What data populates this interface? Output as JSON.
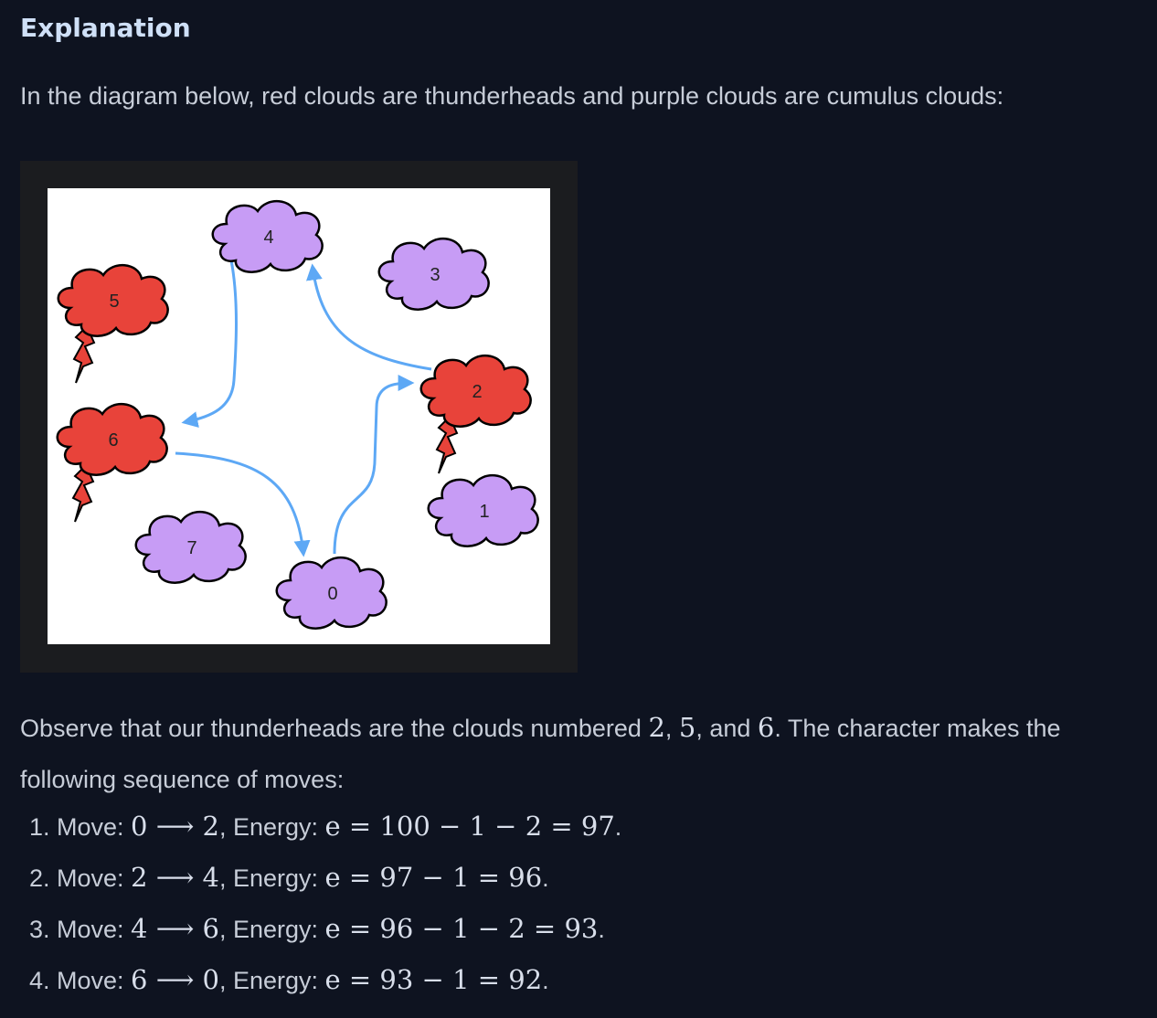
{
  "heading": "Explanation",
  "intro": "In the diagram below, red clouds are thunderheads and purple clouds are cumulus clouds:",
  "diagram": {
    "colors": {
      "thunderhead": "#e8433a",
      "cumulus": "#c79cf5",
      "arrow": "#5da8f5",
      "bolt": "#e8433a"
    },
    "clouds": [
      {
        "label": "0",
        "kind": "cumulus"
      },
      {
        "label": "1",
        "kind": "cumulus"
      },
      {
        "label": "2",
        "kind": "thunderhead"
      },
      {
        "label": "3",
        "kind": "cumulus"
      },
      {
        "label": "4",
        "kind": "cumulus"
      },
      {
        "label": "5",
        "kind": "thunderhead"
      },
      {
        "label": "6",
        "kind": "thunderhead"
      },
      {
        "label": "7",
        "kind": "cumulus"
      }
    ],
    "edges": [
      {
        "from": "0",
        "to": "2"
      },
      {
        "from": "2",
        "to": "4"
      },
      {
        "from": "4",
        "to": "6"
      },
      {
        "from": "6",
        "to": "0"
      }
    ]
  },
  "observe": {
    "t1": "Observe that our thunderheads are the clouds numbered ",
    "n1": "2",
    "t2": ", ",
    "n2": "5",
    "t3": ", and ",
    "n3": "6",
    "t4": ". The character makes the following sequence of moves:"
  },
  "moves": [
    {
      "num": "1. Move: ",
      "move": "0 ⟶ 2",
      "energy_label": ", Energy: ",
      "eq": "e = 100 − 1 − 2 = 97",
      "end": "."
    },
    {
      "num": "2. Move: ",
      "move": "2 ⟶ 4",
      "energy_label": ", Energy: ",
      "eq": "e = 97 − 1 = 96",
      "end": "."
    },
    {
      "num": "3. Move: ",
      "move": "4 ⟶ 6",
      "energy_label": ", Energy: ",
      "eq": "e = 96 − 1 − 2 = 93",
      "end": "."
    },
    {
      "num": "4. Move: ",
      "move": "6 ⟶ 0",
      "energy_label": ", Energy: ",
      "eq": "e = 93 − 1 = 92",
      "end": "."
    }
  ]
}
